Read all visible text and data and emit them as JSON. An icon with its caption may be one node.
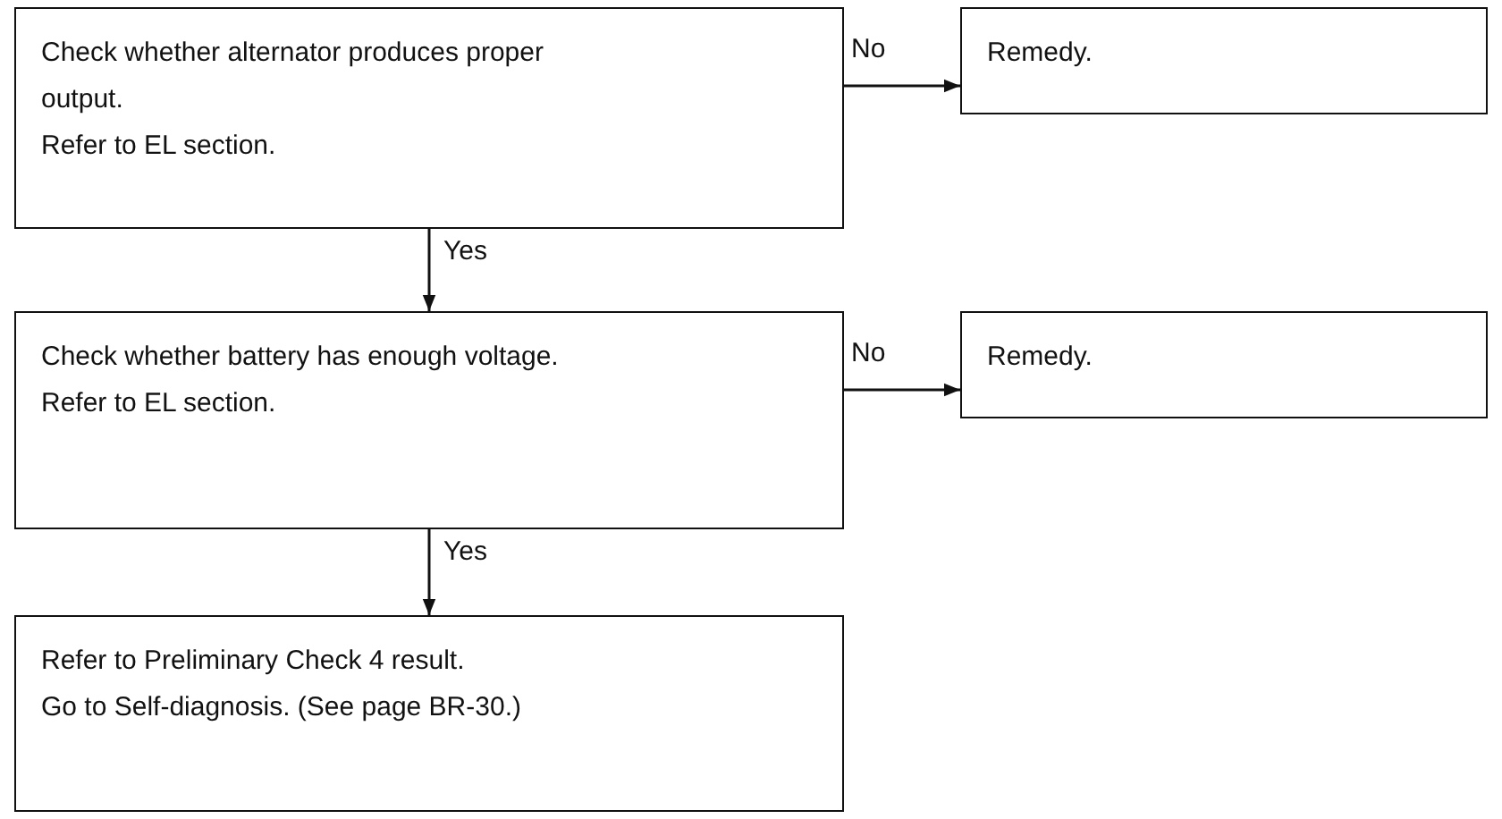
{
  "diagram": {
    "nodes": [
      {
        "text": [
          "Check whether alternator produces proper output.",
          "Refer to EL section."
        ]
      },
      {
        "text": [
          "Remedy."
        ]
      },
      {
        "text": [
          "Check whether battery has enough voltage.",
          "Refer to EL section."
        ]
      },
      {
        "text": [
          "Remedy."
        ]
      },
      {
        "text": [
          "Refer to Preliminary Check 4 result.",
          "Go to Self-diagnosis. (See page BR-30.)"
        ]
      }
    ],
    "edges": [
      {
        "from": 0,
        "to": 1,
        "arrow": "to",
        "label": "No"
      },
      {
        "from": 0,
        "to": 2,
        "arrow": "to",
        "label": "Yes"
      },
      {
        "from": 2,
        "to": 3,
        "arrow": "to",
        "label": "No"
      },
      {
        "from": 2,
        "to": 4,
        "arrow": "to",
        "label": "Yes"
      }
    ]
  }
}
